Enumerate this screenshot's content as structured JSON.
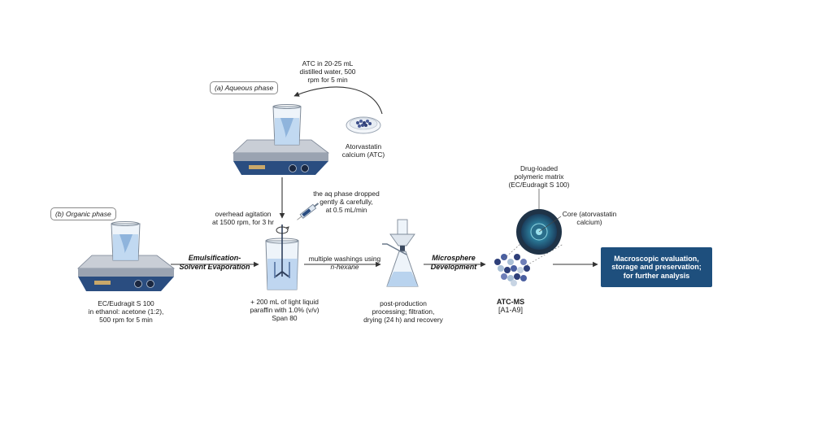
{
  "aqueous": {
    "phase_label": "(a) Aqueous phase",
    "dissolution": [
      "ATC in 20-25 mL",
      "distilled water, 500",
      "rpm for 5 min"
    ],
    "drug": [
      "Atorvastatin",
      "calcium (ATC)"
    ]
  },
  "organic": {
    "phase_label": "(b) Organic phase",
    "dissolution": [
      "EC/Eudragit S 100",
      "in ethanol: acetone (1:2),",
      "500 rpm for 5 min"
    ]
  },
  "agitation": [
    "overhead agitation",
    "at 1500 rpm, for 3 hr"
  ],
  "dropping": [
    "the aq phase dropped",
    "gently & carefully,",
    "at 0.5 mL/min"
  ],
  "emulsification_step": [
    "Emulsification-",
    "Solvent Evaporation"
  ],
  "paraffin": [
    "+ 200 mL of light liquid",
    "paraffin with 1.0% (v/v)",
    "Span 80"
  ],
  "washing": [
    "multiple washings using",
    "n-hexane"
  ],
  "post_production": [
    "post-production",
    "processing; filtration,",
    "drying (24 h) and recovery"
  ],
  "microsphere_step": [
    "Microsphere",
    "Development"
  ],
  "product": {
    "name": "ATC-MS",
    "batches": "[A1-A9]"
  },
  "matrix_label": [
    "Drug-loaded",
    "polymeric matrix",
    "(EC/Eudragit S 100)"
  ],
  "core_label": [
    "Core (atorvastatin",
    "calcium)"
  ],
  "final_box": [
    "Macroscopic evaluation,",
    "storage and preservation;",
    "for further analysis"
  ],
  "colors": {
    "final_box": "#1e4f7d",
    "stirrer_body": "#2a4d80",
    "liquid": "#b9d3ee",
    "particle_dark": "#2e3f79",
    "particle_light": "#a9bfd6"
  }
}
